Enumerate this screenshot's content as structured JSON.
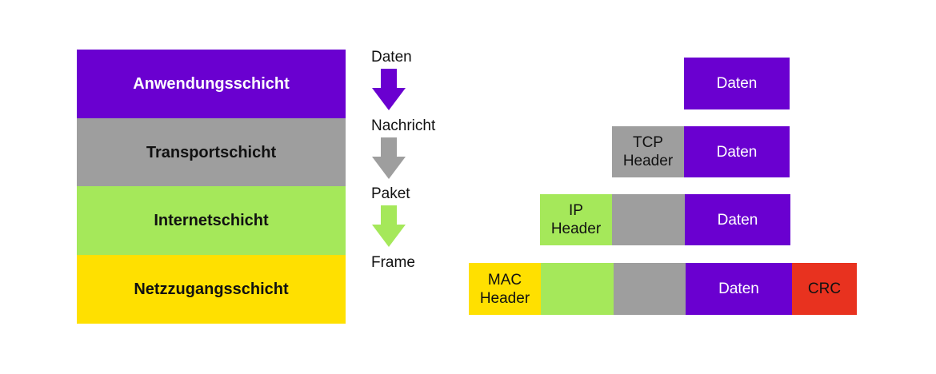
{
  "colors": {
    "purple": "#6a00d0",
    "gray": "#9e9e9e",
    "green": "#a5e85a",
    "yellow": "#ffe000",
    "red": "#e8321f"
  },
  "layers": [
    {
      "label": "Anwendungsschicht",
      "color": "#6a00d0",
      "text_color": "#ffffff"
    },
    {
      "label": "Transportschicht",
      "color": "#9e9e9e",
      "text_color": "#111111"
    },
    {
      "label": "Internetschicht",
      "color": "#a5e85a",
      "text_color": "#111111"
    },
    {
      "label": "Netzzugangsschicht",
      "color": "#ffe000",
      "text_color": "#111111"
    }
  ],
  "flow": {
    "labels": [
      "Daten",
      "Nachricht",
      "Paket",
      "Frame"
    ],
    "arrows": [
      {
        "icon": "arrow-down-icon",
        "color": "#6a00d0"
      },
      {
        "icon": "arrow-down-icon",
        "color": "#9e9e9e"
      },
      {
        "icon": "arrow-down-icon",
        "color": "#a5e85a"
      }
    ]
  },
  "encapsulation": {
    "row1": {
      "data": "Daten"
    },
    "row2": {
      "tcp_header": "TCP\nHeader",
      "data": "Daten"
    },
    "row3": {
      "ip_header": "IP\nHeader",
      "data": "Daten"
    },
    "row4": {
      "mac_header": "MAC\nHeader",
      "data": "Daten",
      "crc": "CRC"
    }
  }
}
